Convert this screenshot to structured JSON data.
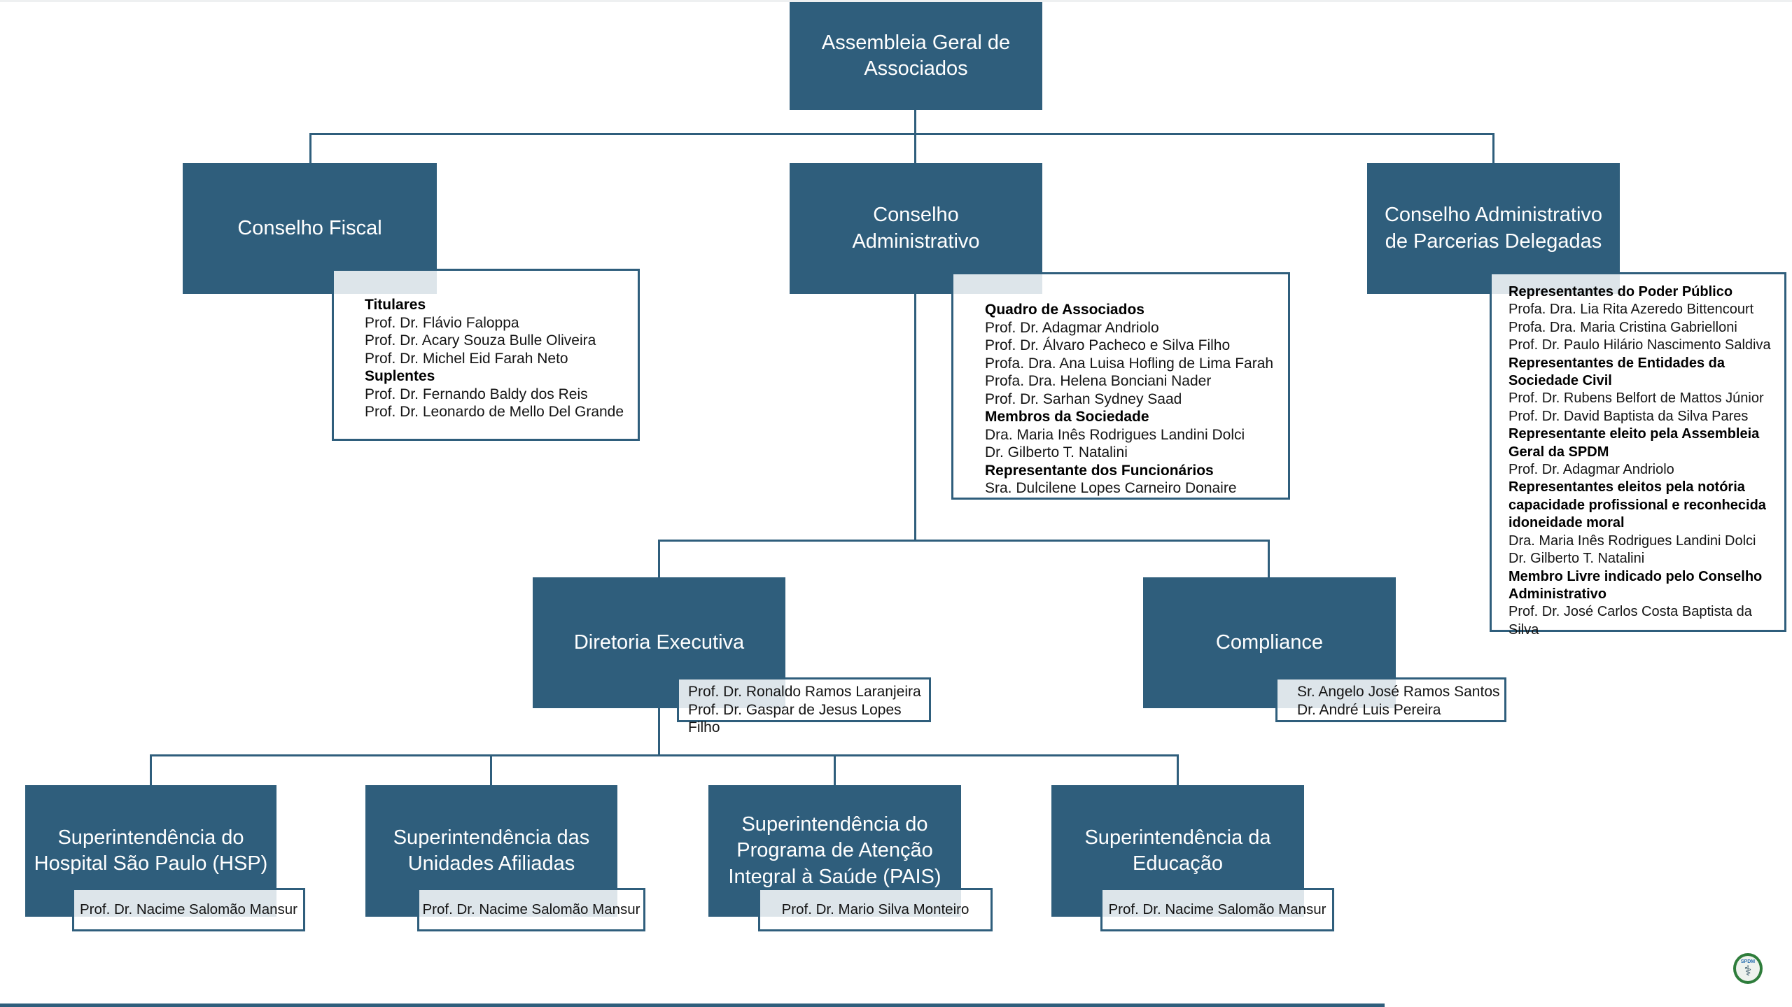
{
  "palette": {
    "box_blue": "#2F5E7C",
    "line_blue": "#2F5E7C",
    "text_dark": "#141414",
    "card_bg": "rgba(255,255,255,0.84)",
    "logo_green": "#2e7d3b",
    "logo_text_blue": "#2a6fb0"
  },
  "org": {
    "assembleia": {
      "title": "Assembleia Geral de Associados"
    },
    "conselho_fiscal": {
      "title": "Conselho Fiscal",
      "members": [
        {
          "t": "Titulares",
          "b": true
        },
        {
          "t": "Prof. Dr. Flávio Faloppa"
        },
        {
          "t": "Prof. Dr. Acary Souza Bulle Oliveira"
        },
        {
          "t": "Prof. Dr. Michel Eid Farah Neto"
        },
        {
          "t": "Suplentes",
          "b": true
        },
        {
          "t": "Prof. Dr. Fernando Baldy dos Reis"
        },
        {
          "t": "Prof. Dr. Leonardo de Mello Del Grande"
        }
      ]
    },
    "conselho_administrativo": {
      "title": "Conselho Administrativo",
      "members": [
        {
          "t": "Quadro de Associados",
          "b": true
        },
        {
          "t": "Prof. Dr. Adagmar Andriolo"
        },
        {
          "t": "Prof. Dr. Álvaro Pacheco e Silva Filho"
        },
        {
          "t": "Profa. Dra. Ana Luisa Hofling de Lima Farah"
        },
        {
          "t": "Profa. Dra. Helena Bonciani Nader"
        },
        {
          "t": "Prof. Dr. Sarhan Sydney Saad"
        },
        {
          "t": "Membros da Sociedade",
          "b": true
        },
        {
          "t": "Dra. Maria Inês Rodrigues Landini Dolci"
        },
        {
          "t": "Dr. Gilberto T. Natalini"
        },
        {
          "t": "Representante dos Funcionários",
          "b": true
        },
        {
          "t": "Sra. Dulcilene Lopes Carneiro Donaire"
        }
      ]
    },
    "conselho_parcerias": {
      "title": "Conselho Administrativo de Parcerias Delegadas",
      "members": [
        {
          "t": "Representantes do Poder Público",
          "b": true
        },
        {
          "t": "Profa. Dra. Lia Rita Azeredo Bittencourt"
        },
        {
          "t": "Profa. Dra. Maria Cristina Gabrielloni"
        },
        {
          "t": "Prof. Dr. Paulo Hilário Nascimento Saldiva"
        },
        {
          "t": "Representantes de Entidades da Sociedade Civil",
          "b": true
        },
        {
          "t": "Prof. Dr. Rubens Belfort de Mattos Júnior"
        },
        {
          "t": "Prof. Dr. David Baptista da Silva Pares"
        },
        {
          "t": "Representante eleito pela Assembleia Geral da SPDM",
          "b": true
        },
        {
          "t": "Prof. Dr. Adagmar Andriolo"
        },
        {
          "t": "Representantes eleitos pela notória capacidade profissional e reconhecida idoneidade moral",
          "b": true
        },
        {
          "t": "Dra. Maria Inês Rodrigues Landini Dolci"
        },
        {
          "t": "Dr. Gilberto T. Natalini"
        },
        {
          "t": "Membro Livre indicado pelo Conselho Administrativo",
          "b": true
        },
        {
          "t": "Prof. Dr. José Carlos Costa Baptista da Silva"
        }
      ]
    },
    "diretoria_executiva": {
      "title": "Diretoria Executiva",
      "members": [
        {
          "t": "Prof. Dr. Ronaldo Ramos Laranjeira"
        },
        {
          "t": "Prof. Dr. Gaspar de Jesus Lopes Filho"
        }
      ]
    },
    "compliance": {
      "title": "Compliance",
      "members": [
        {
          "t": "Sr. Angelo José Ramos Santos"
        },
        {
          "t": "Dr. André Luis Pereira"
        }
      ]
    },
    "sup_hsp": {
      "title": "Superintendência do Hospital São Paulo (HSP)",
      "members": [
        {
          "t": "Prof. Dr. Nacime Salomão Mansur"
        }
      ]
    },
    "sup_afiliadas": {
      "title": "Superintendência das Unidades Afiliadas",
      "members": [
        {
          "t": "Prof. Dr. Nacime Salomão Mansur"
        }
      ]
    },
    "sup_pais": {
      "title": "Superintendência do Programa de Atenção Integral à Saúde (PAIS)",
      "members": [
        {
          "t": "Prof. Dr. Mario Silva Monteiro"
        }
      ]
    },
    "sup_educacao": {
      "title": "Superintendência da Educação",
      "members": [
        {
          "t": "Prof. Dr. Nacime Salomão Mansur"
        }
      ]
    }
  },
  "logo": {
    "label": "SPDM",
    "symbol": "⚕"
  }
}
